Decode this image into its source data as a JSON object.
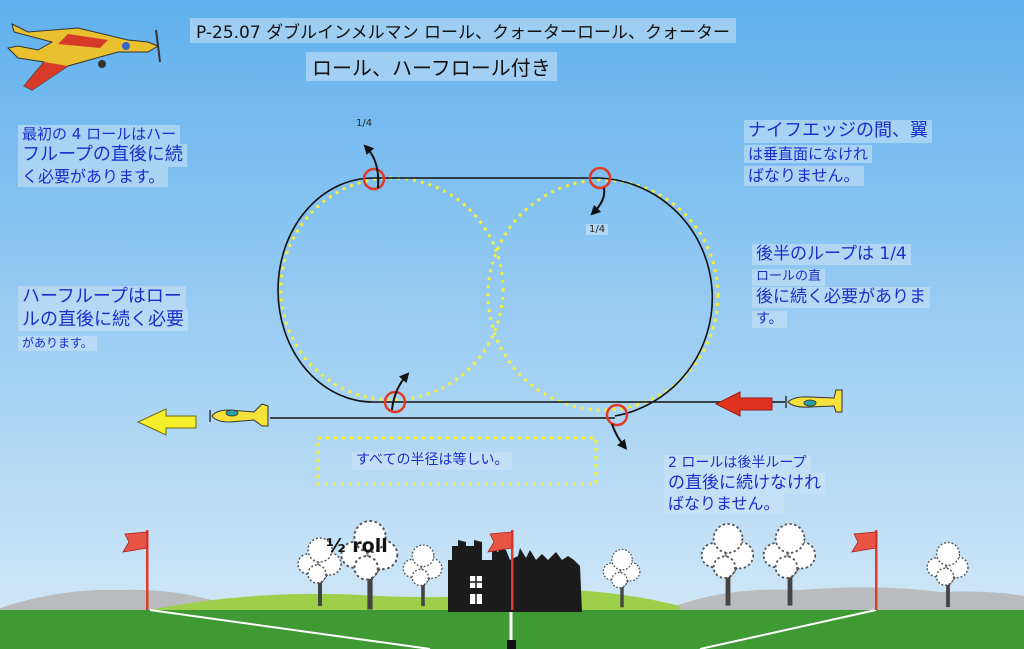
{
  "title": {
    "line1": "P-25.07 ダブルインメルマン ロール、クォーターロール、クォーター",
    "line2": "ロール、ハーフロール付き"
  },
  "notes": {
    "top_left": [
      "最初の 4 ロールはハー",
      "フループの直後に続",
      "く必要があります。"
    ],
    "mid_left": [
      "ハーフループはロー",
      "ルの直後に続く必要",
      "があります。"
    ],
    "top_right": [
      "ナイフエッジの間、翼",
      "は垂直面になけれ",
      "ばなりません。"
    ],
    "mid_right": [
      "後半のループは 1/4",
      "ロールの直",
      "後に続く必要がありま",
      "す。"
    ],
    "bottom_right": [
      "2 ロールは後半ループ",
      "の直後に続けなけれ",
      "ばなりません。"
    ]
  },
  "labels": {
    "quarter_top": "1/4",
    "quarter_mid": "1/4",
    "radius_note": "すべての半径は等しい。",
    "half_roll": "½ roll"
  },
  "colors": {
    "sky_top": "#5fb0ee",
    "sky_bottom": "#cfe6f6",
    "grass": "#3f9a34",
    "hill": "#9dcf4a",
    "flight_path": "#111111",
    "dotted_circle": "#f4ee3a",
    "roll_marker": "#e03a2a",
    "arrow_red": "#e0321e",
    "arrow_yellow": "#f6ee2a"
  },
  "icons": [
    "airplane-icon",
    "flag-icon",
    "tree-icon",
    "castle-icon",
    "arrow-icon"
  ]
}
